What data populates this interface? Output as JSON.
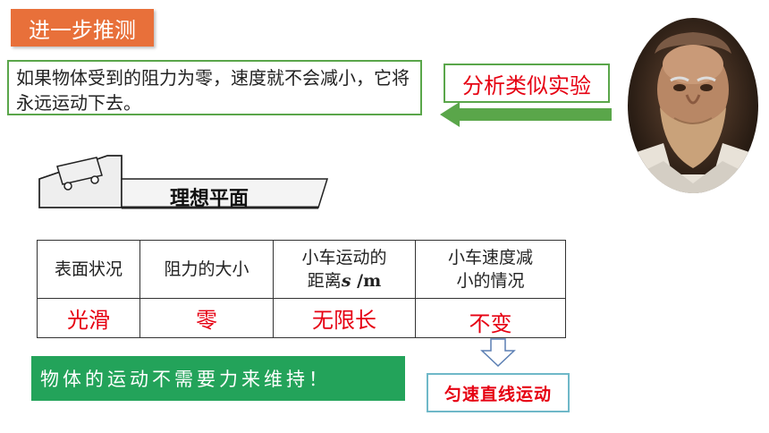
{
  "header": {
    "title": "进一步推测"
  },
  "hypothesis": {
    "text": "如果物体受到的阻力为零，速度就不会减小，它将永远运动下去。"
  },
  "analogy_button": {
    "label": "分析类似实验"
  },
  "ramp": {
    "label": "理想平面"
  },
  "table": {
    "headers": [
      {
        "text": "表面状况"
      },
      {
        "text": "阻力的大小"
      },
      {
        "line1": "小车运动的",
        "line2_prefix": "距离",
        "unit_var": "s",
        "unit_rest": " /m"
      },
      {
        "line1": "小车速度减",
        "line2": "小的情况"
      }
    ],
    "row": [
      "光滑",
      "零",
      "无限长",
      "不变"
    ]
  },
  "conclusion": {
    "text": "物体的运动不需要力来维持！"
  },
  "result": {
    "label": "匀速直线运动"
  },
  "colors": {
    "orange": "#e8703a",
    "green": "#23a35a",
    "red": "#e60012",
    "border_green": "#5aa64a"
  },
  "icons": {
    "portrait": "scientist-portrait",
    "arrow_left": "green-left-arrow",
    "arrow_down": "outline-down-arrow"
  }
}
